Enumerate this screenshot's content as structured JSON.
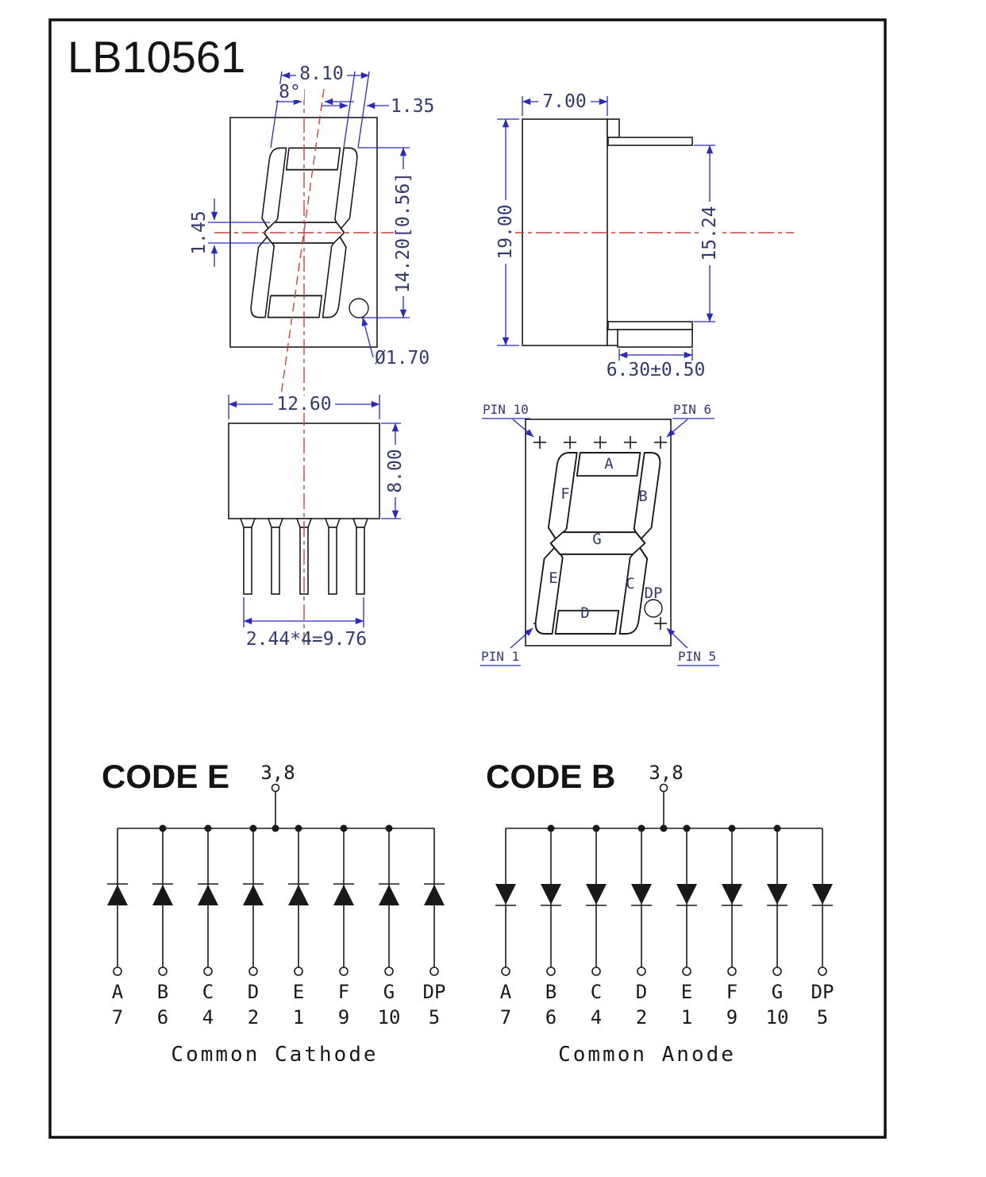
{
  "title": "LB10561",
  "front_view": {
    "dim_digit_width": "8.10",
    "dim_tilt_angle": "8°",
    "dim_segment_width": "1.35",
    "dim_mid_segment": "1.45",
    "dim_digit_height": "14.20[0.56]",
    "dim_dp_diameter": "Ø1.70"
  },
  "side_view": {
    "dim_body_depth": "7.00",
    "dim_total_height": "19.00",
    "dim_panel_height": "15.24",
    "dim_base_depth": "6.30±0.50"
  },
  "bottom_view": {
    "dim_width": "12.60",
    "dim_depth": "8.00",
    "dim_pin_pitch": "2.44*4=9.76"
  },
  "pinout_view": {
    "pin_top_left": "PIN 10",
    "pin_top_right": "PIN 6",
    "pin_bottom_left": "PIN 1",
    "pin_bottom_right": "PIN 5",
    "seg_a": "A",
    "seg_b": "B",
    "seg_c": "C",
    "seg_d": "D",
    "seg_e": "E",
    "seg_f": "F",
    "seg_g": "G",
    "seg_dp": "DP"
  },
  "circuits": [
    {
      "code": "CODE E",
      "common_pins": "3,8",
      "connection": "Common Cathode",
      "segments": [
        "A",
        "B",
        "C",
        "D",
        "E",
        "F",
        "G",
        "DP"
      ],
      "pins": [
        "7",
        "6",
        "4",
        "2",
        "1",
        "9",
        "10",
        "5"
      ]
    },
    {
      "code": "CODE B",
      "common_pins": "3,8",
      "connection": "Common Anode",
      "segments": [
        "A",
        "B",
        "C",
        "D",
        "E",
        "F",
        "G",
        "DP"
      ],
      "pins": [
        "7",
        "6",
        "4",
        "2",
        "1",
        "9",
        "10",
        "5"
      ]
    }
  ],
  "colors": {
    "line": "#1a1a1a",
    "dimension": "#2b2bb5",
    "dimension_text": "#343a6e",
    "centerline": "#c2453a"
  }
}
